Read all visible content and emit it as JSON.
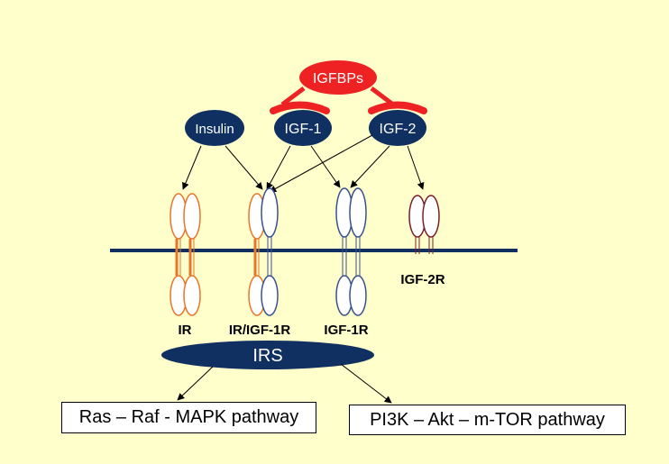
{
  "labels": {
    "igfbps": "IGFBPs",
    "insulin": "Insulin",
    "igf1": "IGF-1",
    "igf2": "IGF-2",
    "ir": "IR",
    "ir_igf1r": "IR/IGF-1R",
    "igf1r": "IGF-1R",
    "igf2r": "IGF-2R",
    "irs": "IRS",
    "pathway_left": "Ras – Raf - MAPK pathway",
    "pathway_right": "PI3K – Akt – m-TOR pathway"
  },
  "colors": {
    "background": "#FFFFCC",
    "ligand_fill": "#0F3060",
    "igfbp_red": "#EE2222",
    "membrane": "#0F3060",
    "ir_orange": "#E8762A",
    "igf1r_blue": "#3A5290",
    "igf2r_maroon": "#7A1F2A"
  }
}
